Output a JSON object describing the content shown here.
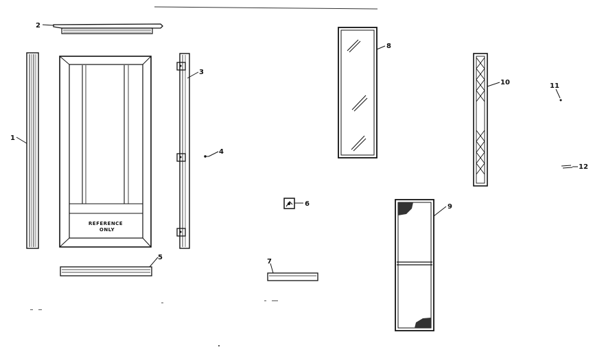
{
  "door_label": {
    "line1": "REFERENCE",
    "line2": "ONLY"
  },
  "callouts": [
    {
      "id": "1",
      "label": "1"
    },
    {
      "id": "2",
      "label": "2"
    },
    {
      "id": "3",
      "label": "3"
    },
    {
      "id": "4",
      "label": "4"
    },
    {
      "id": "5",
      "label": "5"
    },
    {
      "id": "6",
      "label": "6"
    },
    {
      "id": "7",
      "label": "7"
    },
    {
      "id": "8",
      "label": "8"
    },
    {
      "id": "9",
      "label": "9"
    },
    {
      "id": "10",
      "label": "10"
    },
    {
      "id": "11",
      "label": "11"
    },
    {
      "id": "12",
      "label": "12"
    }
  ]
}
